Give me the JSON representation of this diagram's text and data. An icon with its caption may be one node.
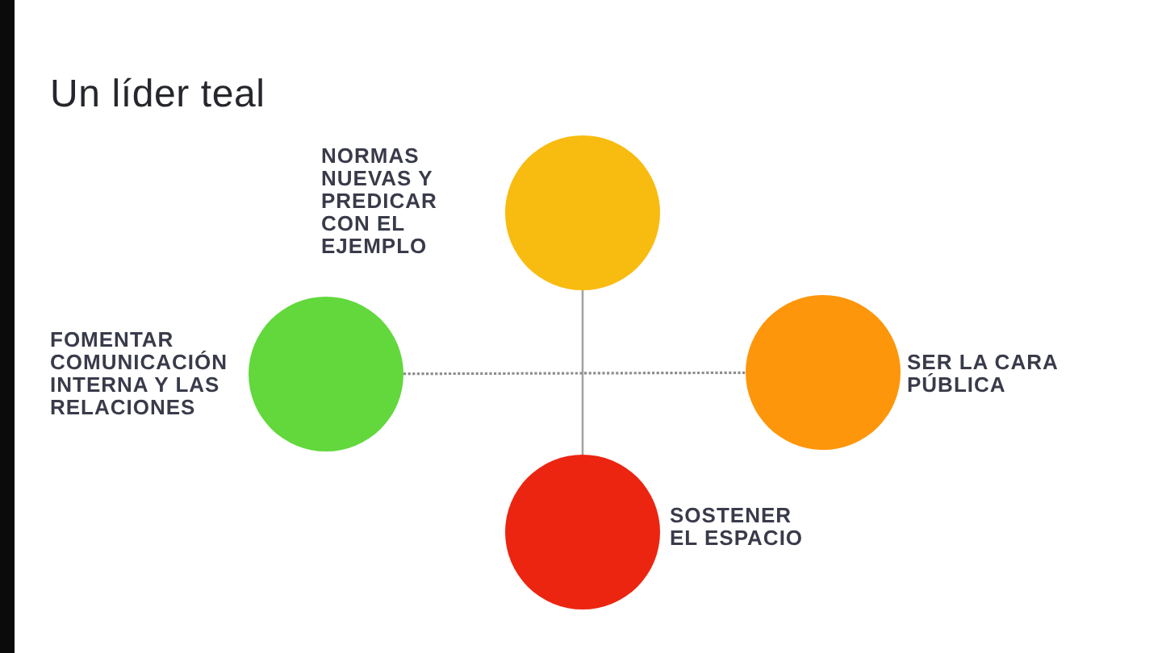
{
  "diagram": {
    "title": "Un líder teal",
    "nodes": [
      {
        "text": [],
        "shape": "circle"
      },
      {
        "text": [],
        "shape": "circle",
        "beside": [
          "FOMENTAR COMUNICACIÓN INTERNA Y LAS RELACIONES"
        ]
      },
      {
        "text": [],
        "shape": "circle",
        "beside": [
          "SER LA CARA PÚBLICA"
        ]
      },
      {
        "text": [],
        "shape": "circle",
        "beside": [
          "SOSTENER EL ESPACIO"
        ]
      }
    ],
    "edges": [
      {
        "from": 0,
        "to": 3,
        "arrow": "none"
      },
      {
        "from": 1,
        "to": 2,
        "arrow": "none",
        "style": "dashed"
      }
    ],
    "labels": [
      "NORMAS NUEVAS Y PREDICAR CON EL EJEMPLO"
    ]
  }
}
